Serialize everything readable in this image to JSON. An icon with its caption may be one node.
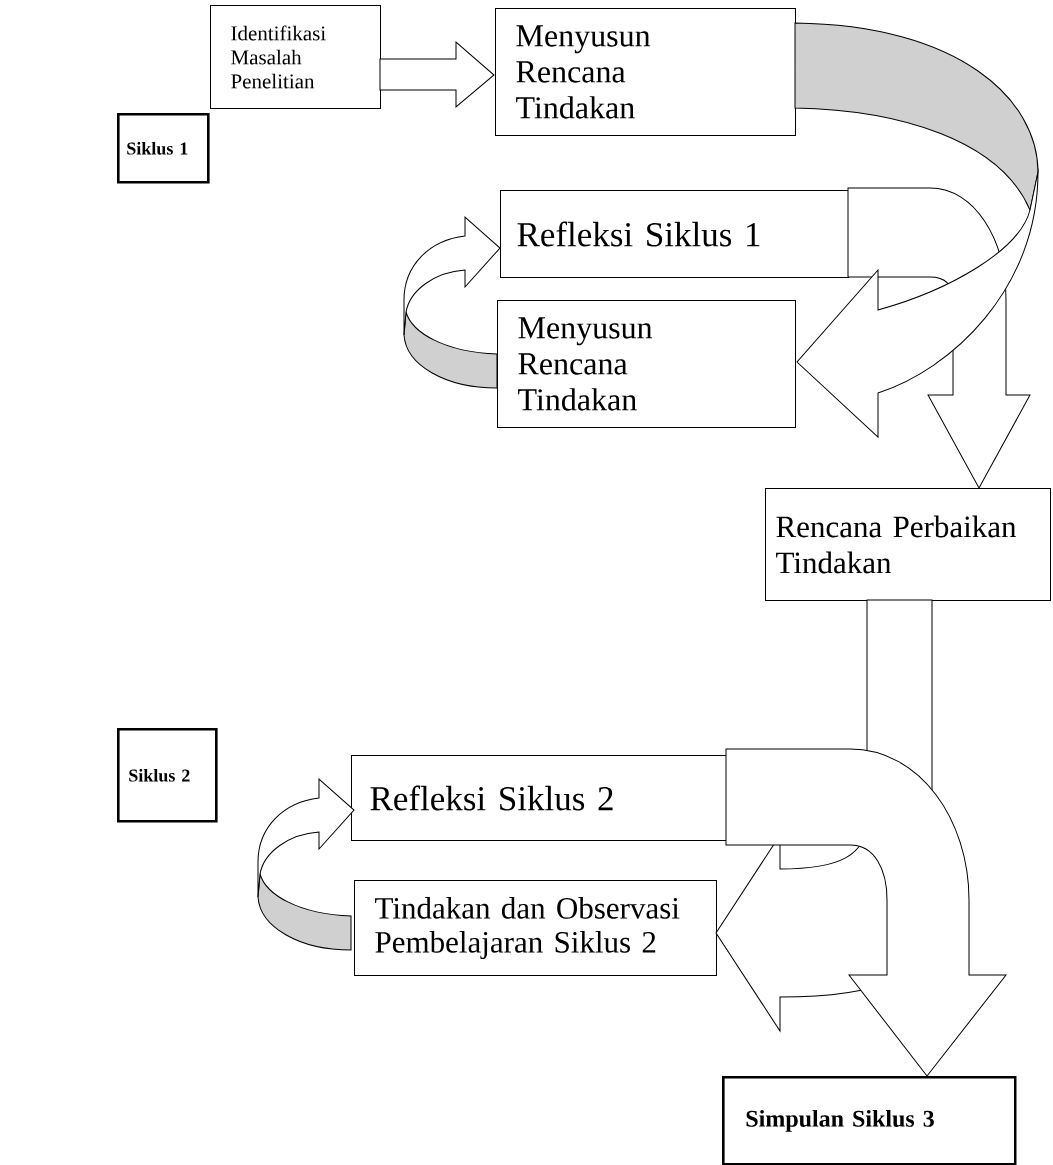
{
  "diagram": {
    "nodes": [
      {
        "text": [
          "Siklus 1"
        ]
      },
      {
        "text": [
          "Identifikasi Masalah Penelitian"
        ]
      },
      {
        "text": [
          "Menyusun Rencana Tindakan"
        ]
      },
      {
        "text": [
          "Refleksi Siklus 1"
        ]
      },
      {
        "text": [
          "Menyusun Rencana Tindakan"
        ]
      },
      {
        "text": [
          "Rencana Perbaikan Tindakan"
        ]
      },
      {
        "text": [
          "Siklus 2"
        ]
      },
      {
        "text": [
          "Refleksi Siklus 2"
        ]
      },
      {
        "text": [
          "Tindakan dan Observasi Pembelajaran Siklus 2"
        ]
      },
      {
        "text": [
          "Simpulan Siklus 3"
        ]
      }
    ],
    "edges": [
      {
        "from": 1,
        "to": 2,
        "arrow": "to"
      },
      {
        "from": 2,
        "to": 4,
        "arrow": "to"
      },
      {
        "from": 4,
        "to": 3,
        "arrow": "to"
      },
      {
        "from": 3,
        "to": 5,
        "arrow": "to"
      },
      {
        "from": 5,
        "to": 8,
        "arrow": "to"
      },
      {
        "from": 8,
        "to": 7,
        "arrow": "to"
      },
      {
        "from": 7,
        "to": 9,
        "arrow": "to"
      }
    ]
  }
}
